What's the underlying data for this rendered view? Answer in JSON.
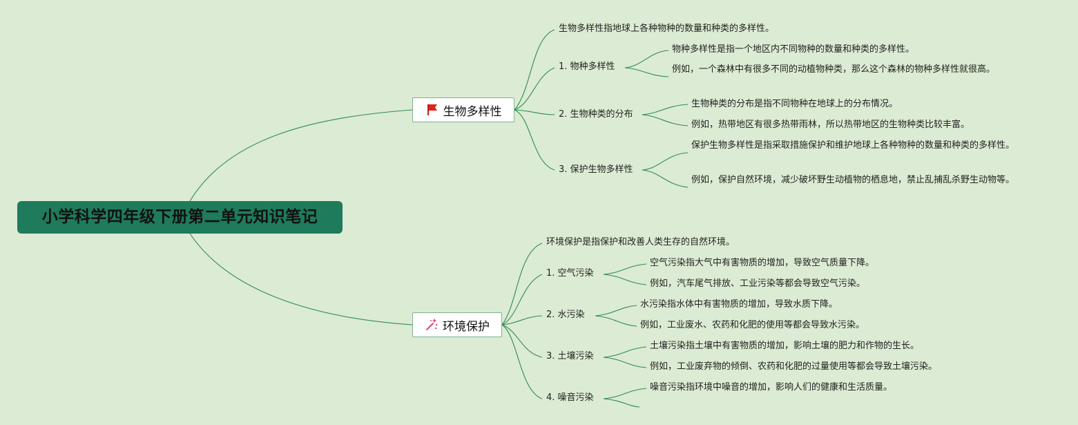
{
  "root": {
    "title": "小学科学四年级下册第二单元知识笔记"
  },
  "branches": [
    {
      "label": "生物多样性",
      "icon": "red-flag-icon",
      "intro": "生物多样性指地球上各种物种的数量和种类的多样性。",
      "topics": [
        {
          "label": "1. 物种多样性",
          "details": [
            "物种多样性是指一个地区内不同物种的数量和种类的多样性。",
            "例如，一个森林中有很多不同的动植物种类，那么这个森林的物种多样性就很高。"
          ]
        },
        {
          "label": "2. 生物种类的分布",
          "details": [
            "生物种类的分布是指不同物种在地球上的分布情况。",
            "例如，热带地区有很多热带雨林，所以热带地区的生物种类比较丰富。"
          ]
        },
        {
          "label": "3. 保护生物多样性",
          "details": [
            "保护生物多样性是指采取措施保护和维护地球上各种物种的数量和种类的多样性。",
            "例如，保护自然环境，减少破坏野生动植物的栖息地，禁止乱捕乱杀野生动物等。"
          ]
        }
      ]
    },
    {
      "label": "环境保护",
      "icon": "sparkle-wand-icon",
      "intro": "环境保护是指保护和改善人类生存的自然环境。",
      "topics": [
        {
          "label": "1. 空气污染",
          "details": [
            "空气污染指大气中有害物质的增加，导致空气质量下降。",
            "例如，汽车尾气排放、工业污染等都会导致空气污染。"
          ]
        },
        {
          "label": "2. 水污染",
          "details": [
            "水污染指水体中有害物质的增加，导致水质下降。",
            "例如，工业废水、农药和化肥的使用等都会导致水污染。"
          ]
        },
        {
          "label": "3. 土壤污染",
          "details": [
            "土壤污染指土壤中有害物质的增加，影响土壤的肥力和作物的生长。",
            "例如，工业废弃物的倾倒、农药和化肥的过量使用等都会导致土壤污染。"
          ]
        },
        {
          "label": "4. 噪音污染",
          "details": [
            "噪音污染指环境中噪音的增加，影响人们的健康和生活质量。",
            ""
          ]
        }
      ]
    }
  ],
  "colors": {
    "background": "#dcebd3",
    "root_fill": "#1e7b5c",
    "connector": "#2e8b57",
    "flag": "#e2231a",
    "wand": "#e0457b"
  }
}
